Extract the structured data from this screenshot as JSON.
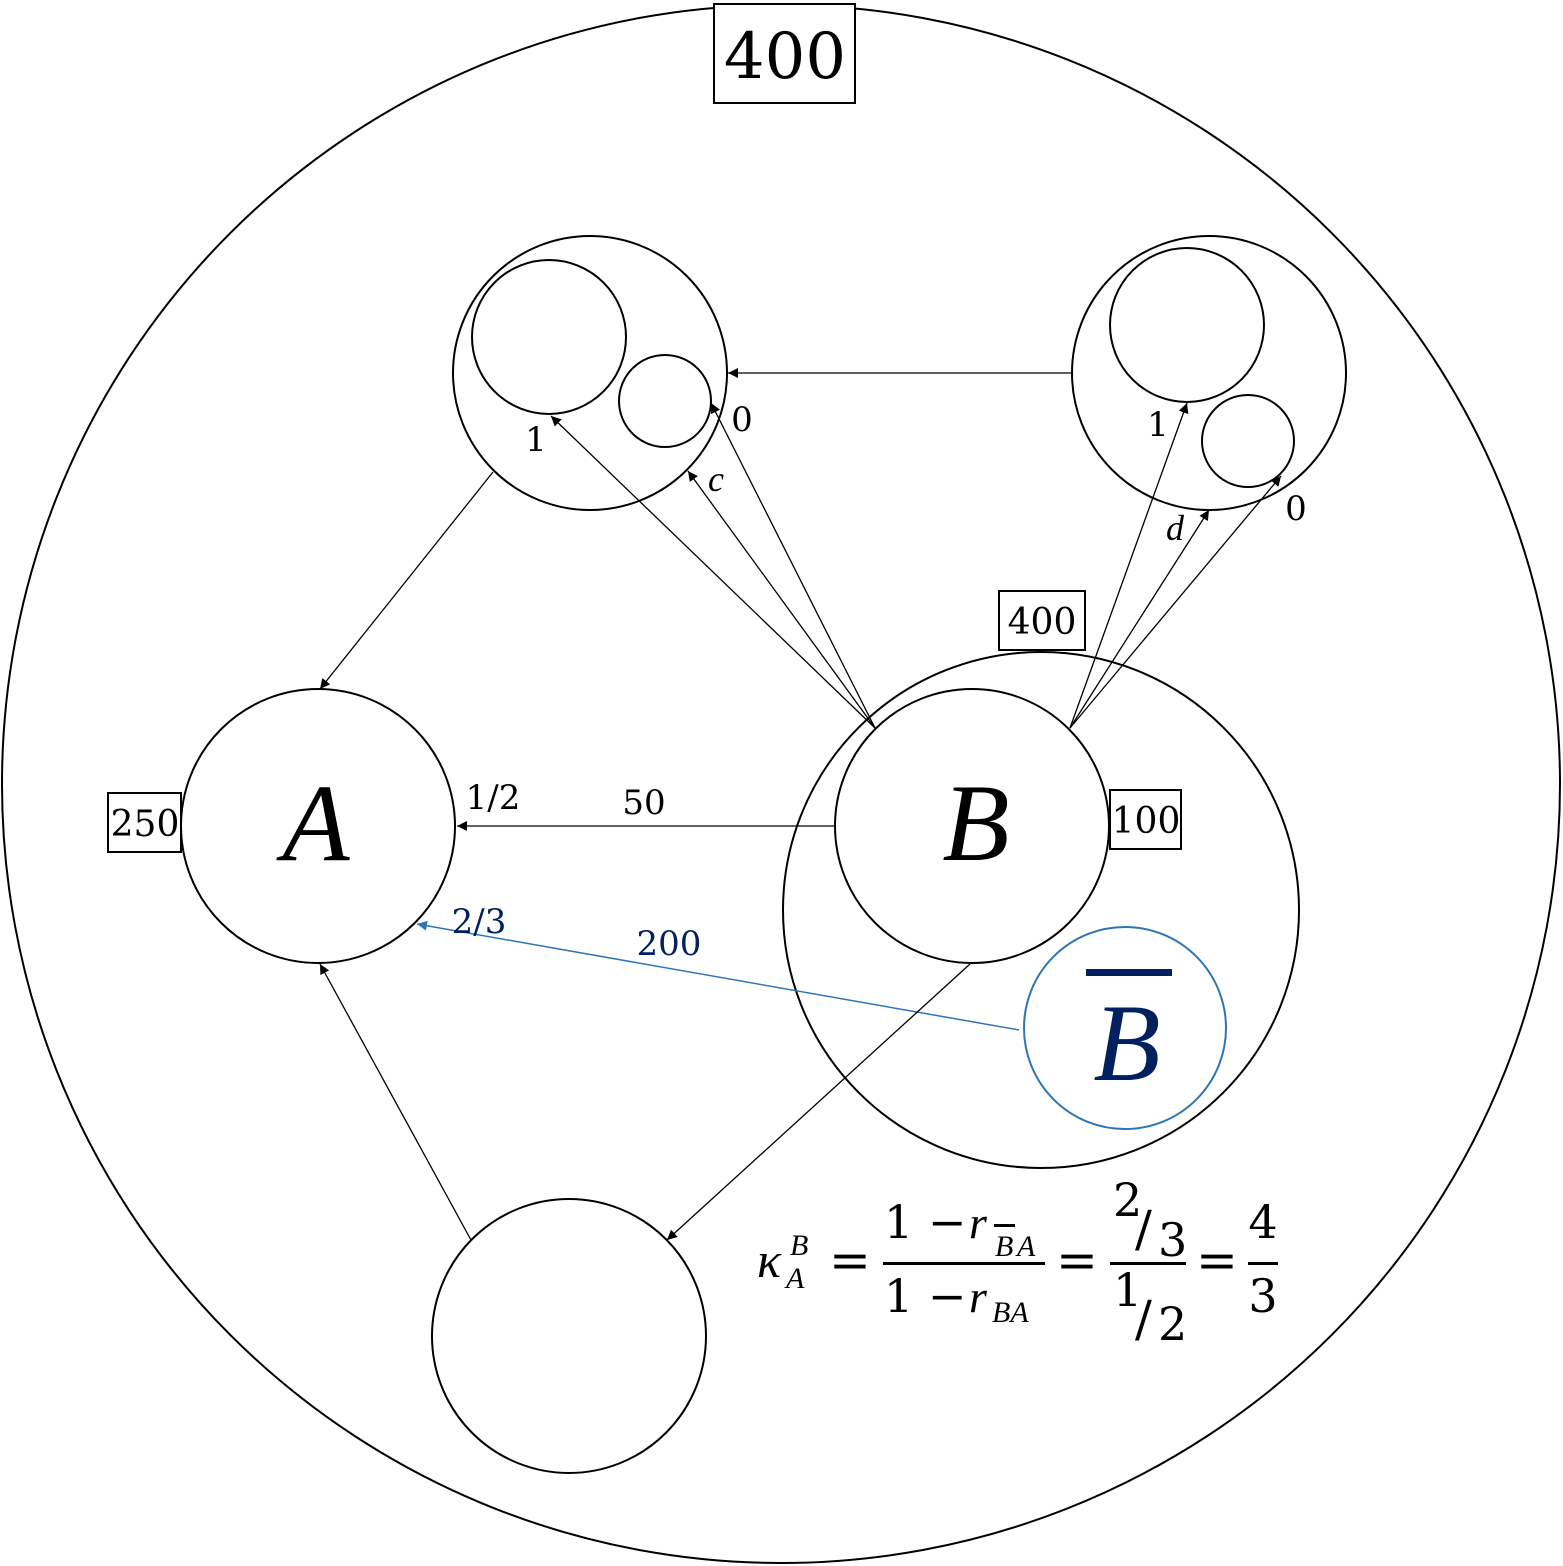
{
  "colors": {
    "line": "#000000",
    "blue_line": "#2E75B6",
    "blue_text": "#002060"
  },
  "boxes": {
    "universe": "400",
    "A": "250",
    "B_outer": "400",
    "B_inner": "100"
  },
  "nodes": {
    "A": "A",
    "B": "B",
    "B_bar": "B"
  },
  "edges": {
    "B_to_A_rate": "1/2",
    "B_to_A_count": "50",
    "Bbar_to_A_rate": "2/3",
    "Bbar_to_A_count": "200"
  },
  "cluster_left": {
    "label_1": "1",
    "label_0": "0",
    "label_c": "c"
  },
  "cluster_right": {
    "label_1": "1",
    "label_0": "0",
    "label_d": "d"
  },
  "formula": {
    "kappa": "κ",
    "kappa_sub": "A",
    "kappa_sup": "B",
    "eq1": "=",
    "num1_prefix": "1 − ",
    "num1_r": "r",
    "num1_sub_bar": "B",
    "num1_sub_rest": "A",
    "den1_prefix": "1 − ",
    "den1_r": "r",
    "den1_sub": "BA",
    "eq2": "=",
    "num2_a": "2",
    "num2_b": "3",
    "den2_a": "1",
    "den2_b": "2",
    "slash": "/",
    "eq3": "=",
    "num3": "4",
    "den3": "3"
  }
}
